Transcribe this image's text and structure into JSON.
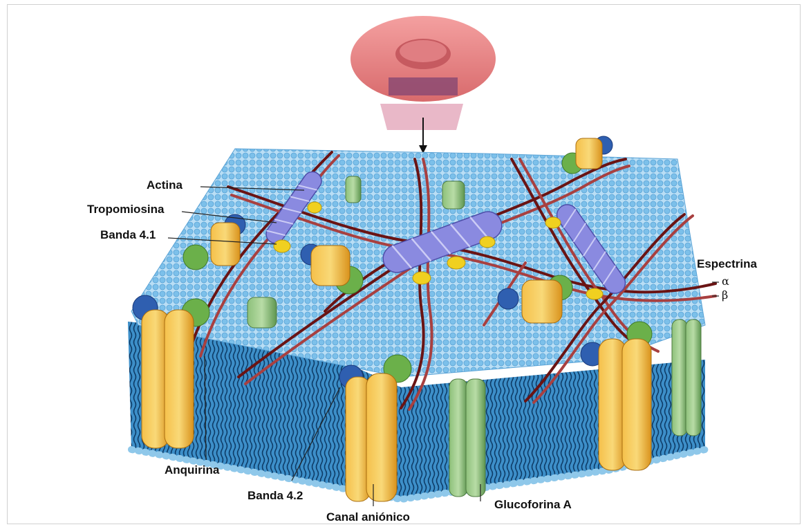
{
  "labels": {
    "actina": "Actina",
    "tropomiosina": "Tropomiosina",
    "banda41": "Banda 4.1",
    "espectrina": "Espectrina",
    "alpha": "α",
    "beta": "β",
    "anquirina": "Anquirina",
    "banda42": "Banda 4.2",
    "canal": "Canal aniónico",
    "glucoforina": "Glucoforina A"
  },
  "colors": {
    "lipid_heads": "#8fc8ea",
    "membrane_core": "#3a8cc6",
    "spectrin": "#7a1e1e",
    "actin": "#7a7ad6",
    "band_4_1": "#f0d020",
    "anion_channel": "#f2b233",
    "glycophorin": "#7fb069",
    "red_cell": "#e0787a"
  }
}
